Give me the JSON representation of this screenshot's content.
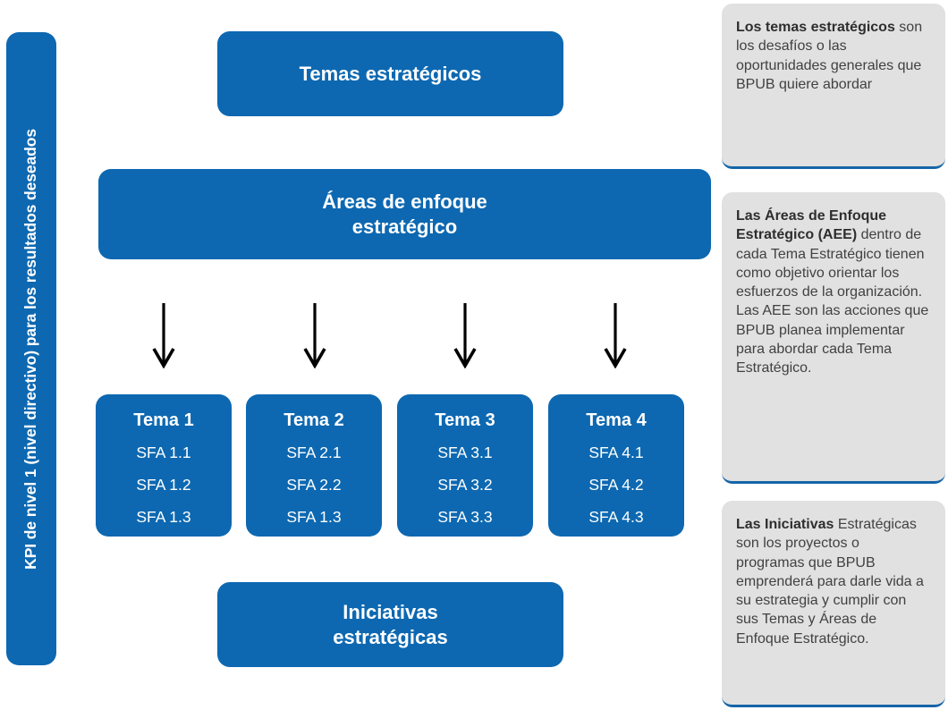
{
  "sidebar": {
    "kpi_label": "KPI de nivel 1 (nivel directivo) para los resultados deseados"
  },
  "diagram": {
    "top_box": {
      "label": "Temas estratégicos"
    },
    "second_box": {
      "line1": "Áreas de enfoque",
      "line2": "estratégico"
    },
    "bottom_box": {
      "line1": "Iniciativas",
      "line2": "estratégicas"
    },
    "arrows": [
      {
        "name": "arrow-down-1"
      },
      {
        "name": "arrow-down-2"
      },
      {
        "name": "arrow-down-3"
      },
      {
        "name": "arrow-down-4"
      }
    ],
    "themes": [
      {
        "title": "Tema 1",
        "items": [
          "SFA 1.1",
          "SFA 1.2",
          "SFA 1.3"
        ]
      },
      {
        "title": "Tema 2",
        "items": [
          "SFA 2.1",
          "SFA 2.2",
          "SFA 1.3"
        ]
      },
      {
        "title": "Tema 3",
        "items": [
          "SFA 3.1",
          "SFA 3.2",
          "SFA 3.3"
        ]
      },
      {
        "title": "Tema 4",
        "items": [
          "SFA 4.1",
          "SFA 4.2",
          "SFA 4.3"
        ]
      }
    ]
  },
  "notes": [
    {
      "bold": "Los temas estratégicos",
      "rest": " son los desafíos o las oportunidades generales que BPUB quiere abordar"
    },
    {
      "bold": "Las Áreas de Enfoque Estratégico (AEE)",
      "rest": " dentro de cada Tema Estratégico tienen como objetivo orientar los esfuerzos de la organización. Las AEE son las acciones que BPUB planea implementar para abordar cada Tema Estratégico."
    },
    {
      "bold": "Las Iniciativas",
      "rest": " Estratégicas son los proyectos o programas que BPUB emprenderá para darle vida a su estrategia y cumplir con sus Temas y Áreas de Enfoque Estratégico."
    }
  ],
  "colors": {
    "brand_blue": "#0D68B1",
    "note_background": "#E1E1E1",
    "note_accent": "#1565A8",
    "note_text": "#414141",
    "arrow": "#000000"
  }
}
